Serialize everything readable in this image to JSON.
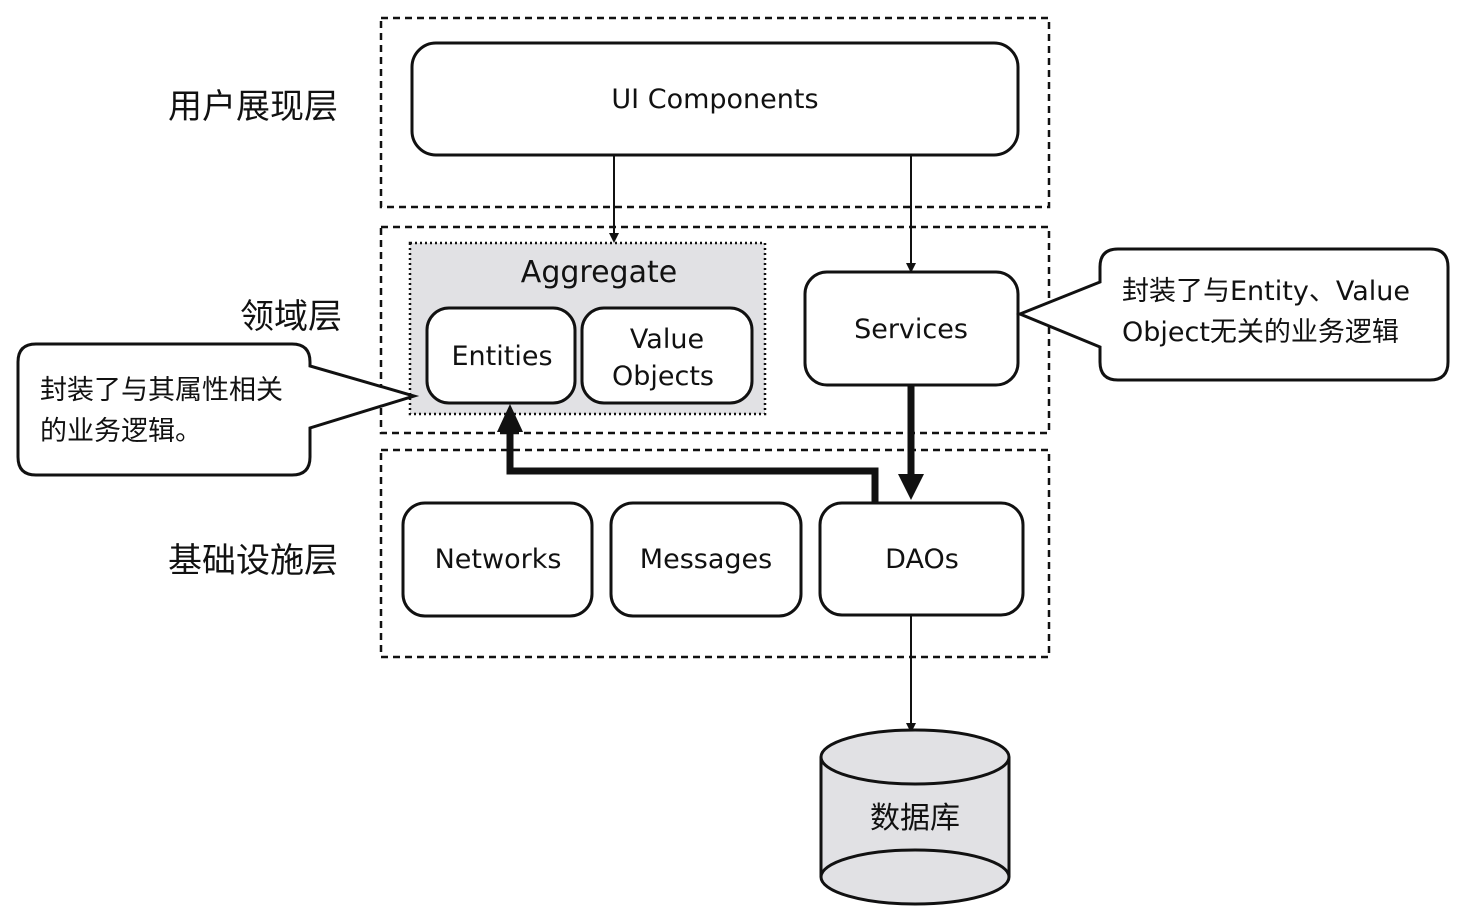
{
  "layers": {
    "presentation": "用户展现层",
    "domain": "领域层",
    "infrastructure": "基础设施层"
  },
  "boxes": {
    "ui_components": "UI Components",
    "aggregate": "Aggregate",
    "entities": "Entities",
    "value_objects_line1": "Value",
    "value_objects_line2": "Objects",
    "services": "Services",
    "networks": "Networks",
    "messages": "Messages",
    "daos": "DAOs",
    "database": "数据库"
  },
  "callouts": {
    "aggregate_note_line1": "封装了与其属性相关",
    "aggregate_note_line2": "的业务逻辑。",
    "services_note_line1": "封装了与Entity、Value",
    "services_note_line2": "Object无关的业务逻辑"
  },
  "colors": {
    "aggregate_fill": "#e1e1e4",
    "database_fill": "#e1e1e4",
    "stroke": "#111111"
  }
}
